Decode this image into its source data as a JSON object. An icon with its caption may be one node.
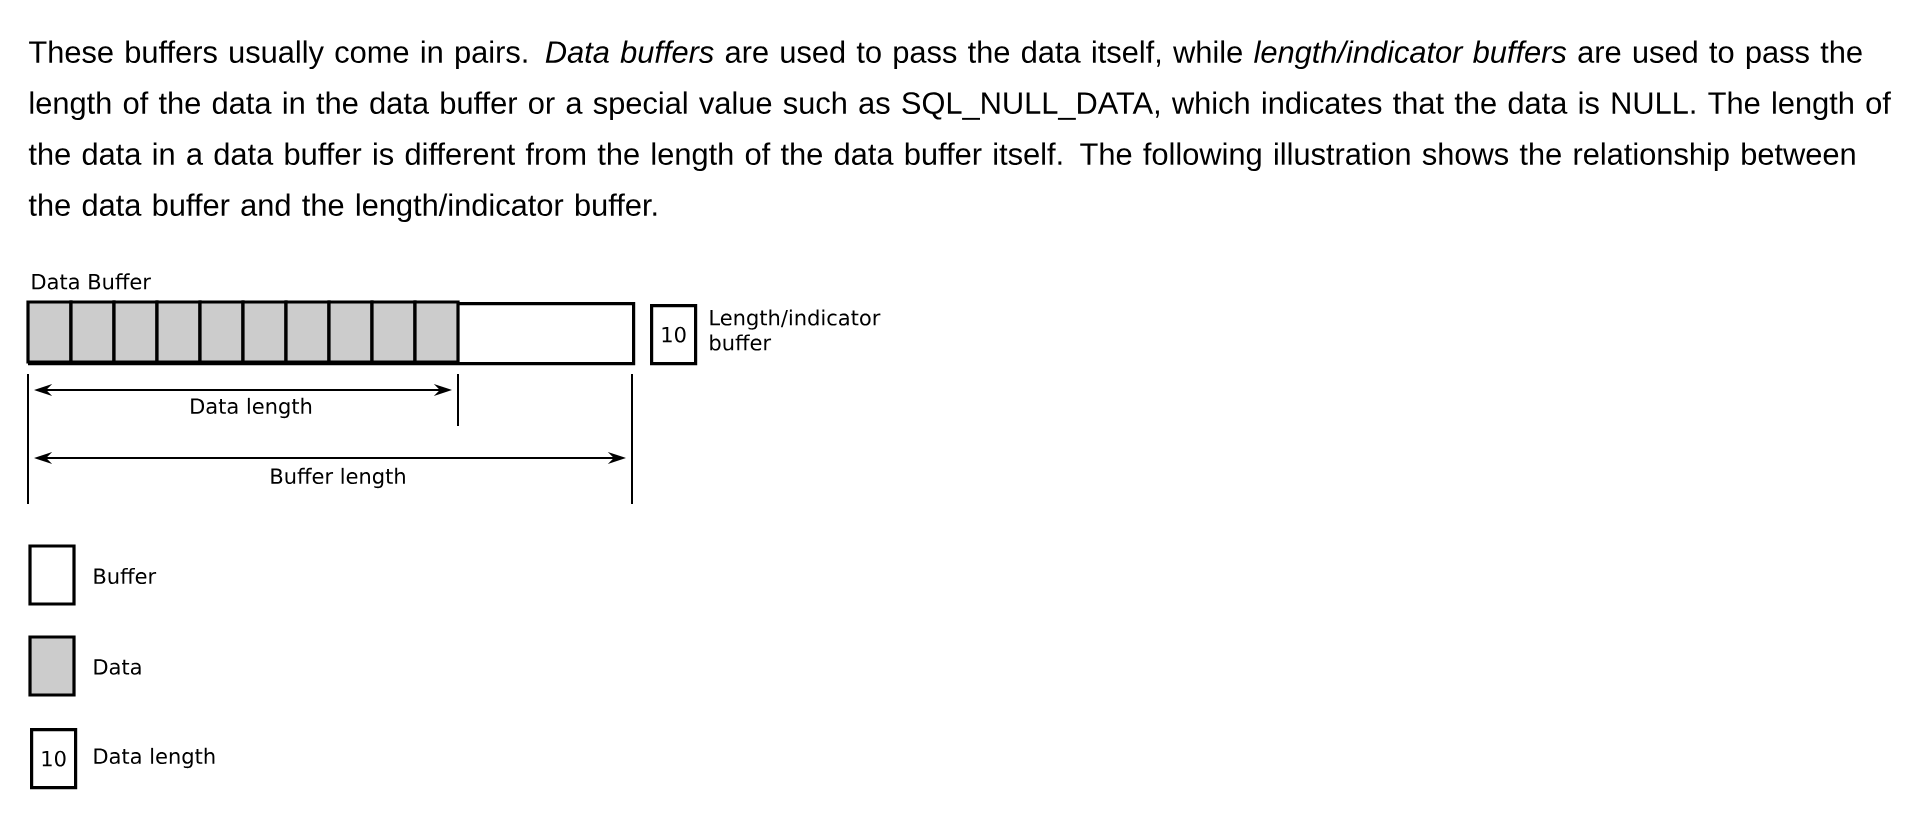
{
  "diagram": {
    "nodes": [
      {
        "text": [
          "Data Buffer"
        ]
      },
      {
        "text": [
          "10"
        ],
        "beside": [
          "Length/indicator buffer"
        ]
      }
    ],
    "labels": [
      "These buffers usually come in pairs. *Data buffers* are used to pass the data itself, while *length/indicator buffers* are used to pass the length of the data in the data buffer or a special value such as SQL_NULL_DATA, which indicates that the data is NULL. The length of the data in a data buffer is different from the length of the data buffer itself. The following illustration shows the relationship between the data buffer and the length/indicator buffer.",
      "Data length",
      "Buffer length",
      "10"
    ],
    "legend": [
      {
        "text": "Buffer"
      },
      {
        "text": "Data",
        "color": "#cccccc"
      },
      {
        "text": "Data length"
      }
    ]
  }
}
